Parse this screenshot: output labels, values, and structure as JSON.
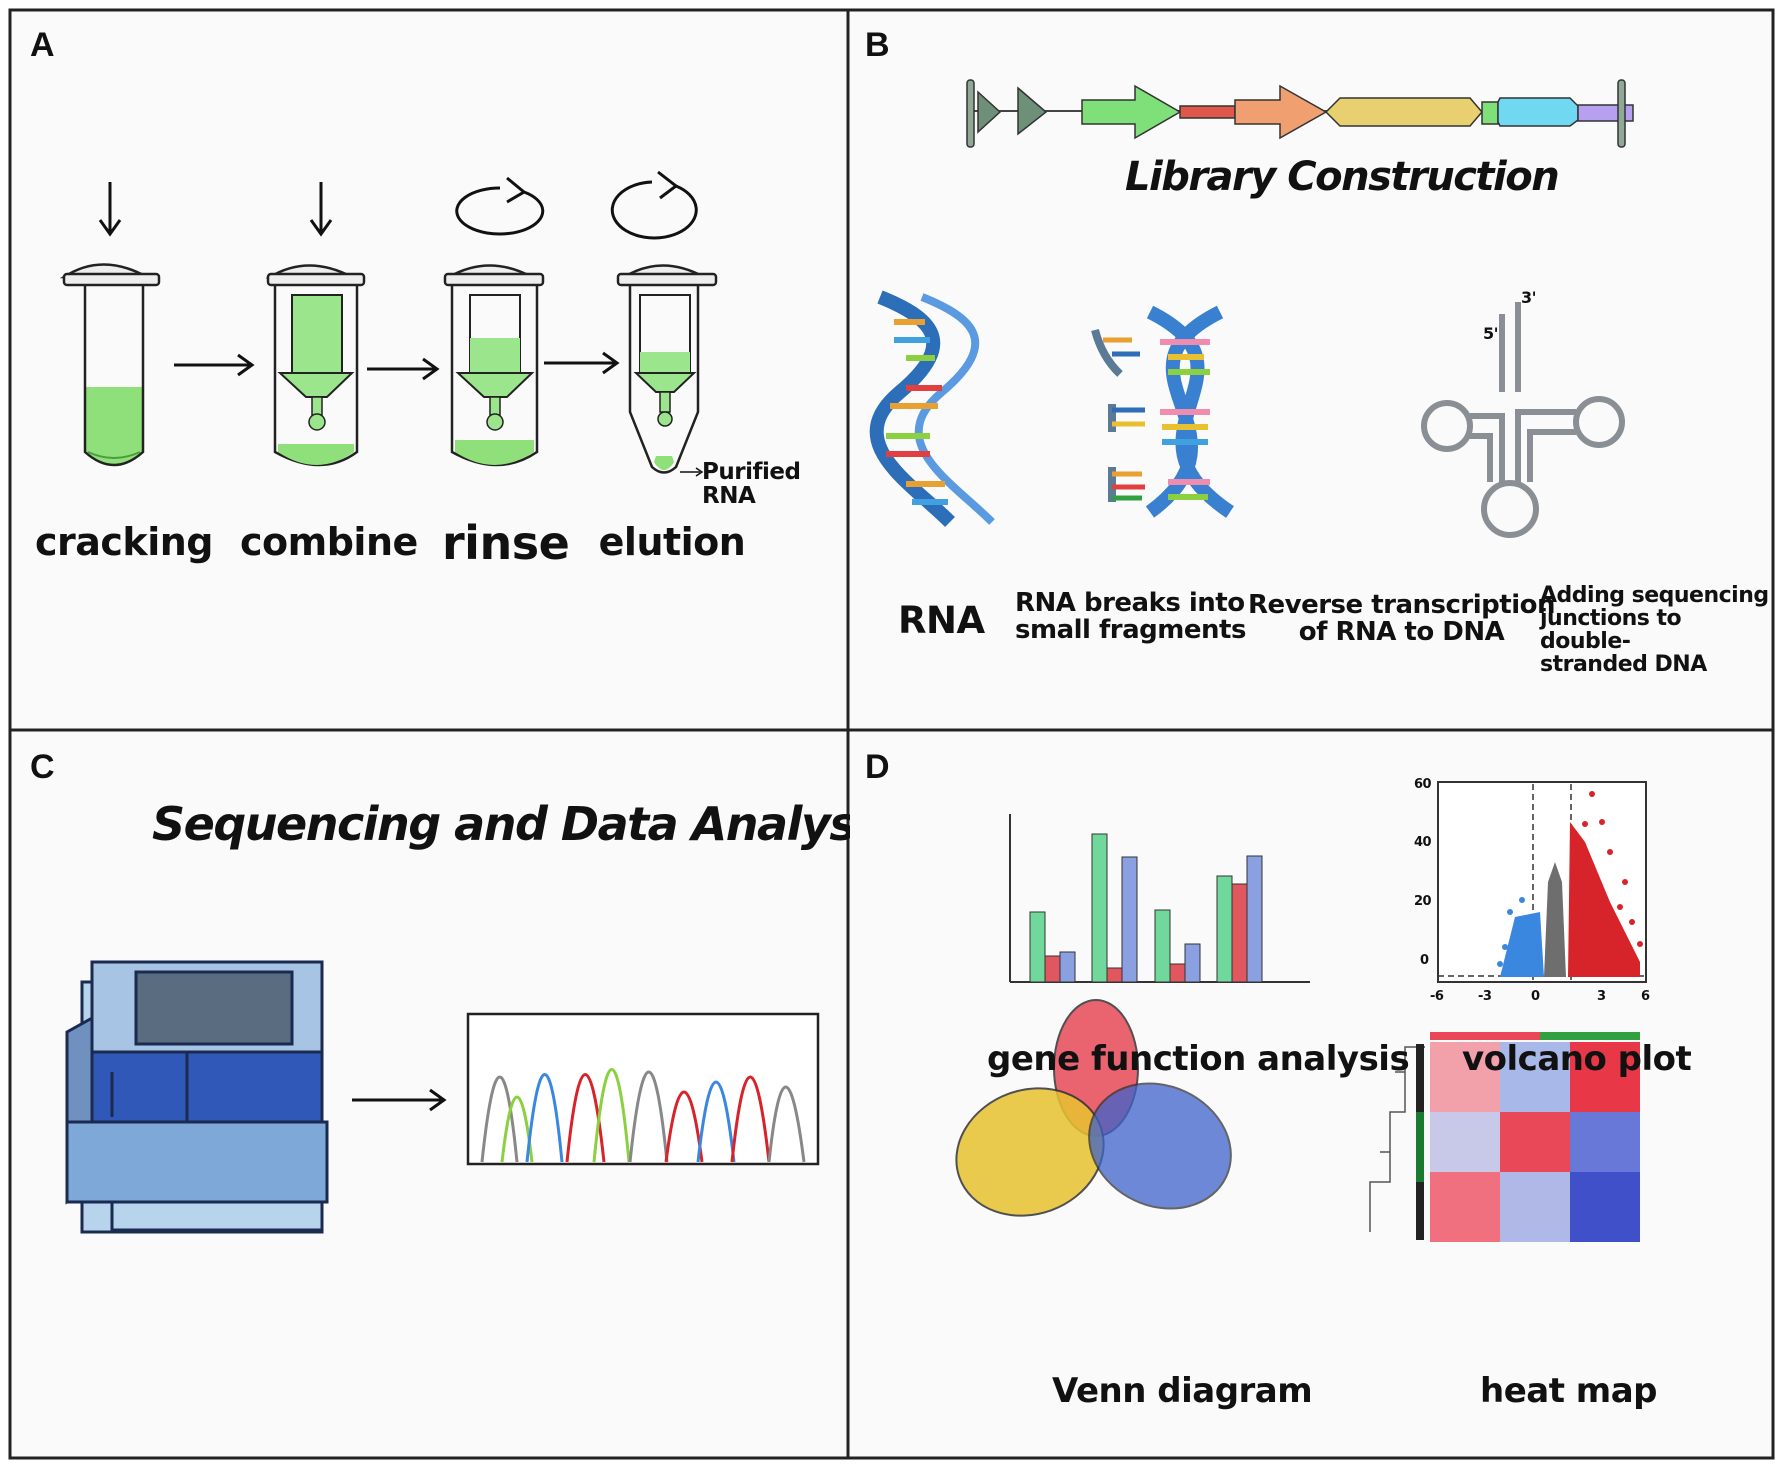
{
  "panels": {
    "a": {
      "letter": "A",
      "steps": [
        "cracking",
        "combine",
        "rinse",
        "elution"
      ],
      "purified_label": "Purified RNA"
    },
    "b": {
      "letter": "B",
      "title": "Library Construction",
      "captions": {
        "rna": "RNA",
        "fragments": [
          "RNA breaks into",
          "small fragments"
        ],
        "reverse": [
          "Reverse transcription",
          "of RNA to DNA"
        ],
        "adding": [
          "Adding sequencing",
          "junctions to double-",
          "stranded DNA"
        ]
      },
      "junction_labels": [
        "3'",
        "5'"
      ]
    },
    "c": {
      "letter": "C",
      "title": "Sequencing and Data Analysis"
    },
    "d": {
      "letter": "D",
      "labels": {
        "gene": "gene function analysis",
        "volcano": "volcano plot",
        "venn": "Venn diagram",
        "heat": "heat map"
      },
      "volcano_axis": {
        "x_ticks": [
          "-6",
          "-3",
          "0",
          "3",
          "6"
        ],
        "y_ticks": [
          "60",
          "40",
          "20",
          "0"
        ]
      }
    }
  },
  "colors": {
    "tube_liquid": "#8fe07a",
    "column": "#9be68c",
    "helix": "#4a86d6",
    "green_bar": "#6fd89a",
    "red_bar": "#e0575f",
    "blue_bar": "#8aa0e0",
    "volcano_red": "#d7232a",
    "volcano_blue": "#3a87e0",
    "volcano_grey": "#6e6e6e"
  },
  "icons": [
    "down-arrow-icon",
    "rotate-icon",
    "right-arrow-icon",
    "sequencer-machine-icon"
  ]
}
